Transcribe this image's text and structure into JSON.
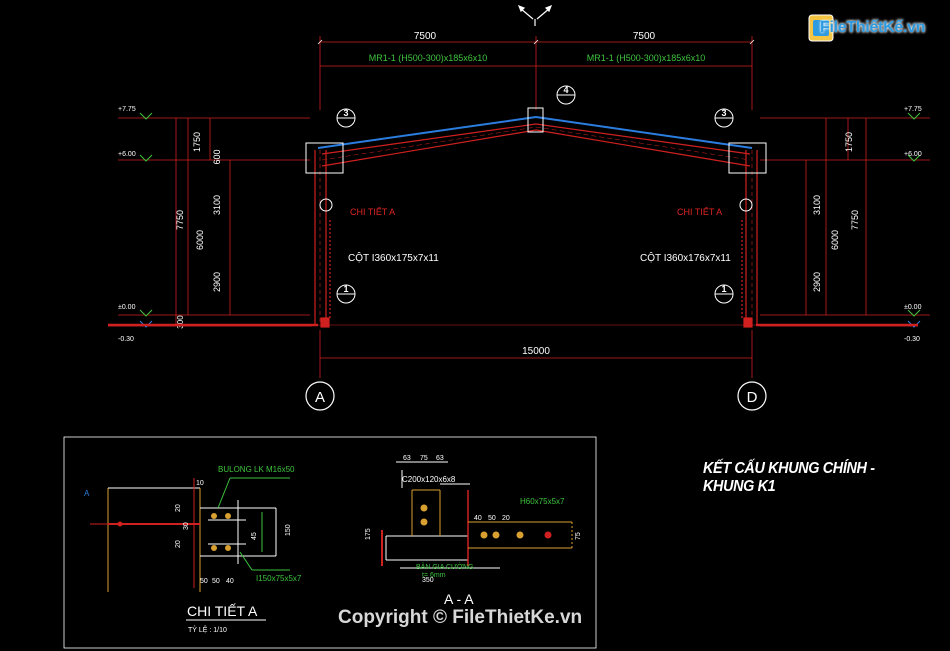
{
  "logo": {
    "text": "FileThiếtKế.vn"
  },
  "copyright": "Copyright © FileThietKe.vn",
  "drawing_title": "KẾT CẤU KHUNG CHÍNH - KHUNG K1",
  "elevation": {
    "span_left": "7500",
    "span_right": "7500",
    "span_total": "15000",
    "rafter_left": "MR1-1 (H500-300)x185x6x10",
    "rafter_right": "MR1-1 (H500-300)x185x6x10",
    "level_top": "+7.75",
    "level_eave": "+6.00",
    "level_zero": "±0.00",
    "level_ground": "-0.30",
    "dim_1750": "1750",
    "dim_600": "600",
    "dim_7750": "7750",
    "dim_3100": "3100",
    "dim_6000": "6000",
    "dim_2900": "2900",
    "dim_300": "300",
    "detail_3": "3",
    "detail_4": "4",
    "detail_1": "1",
    "detail_a_label": "CHI TIẾT A",
    "column_label": "CỘT I360x175x7x11",
    "column_label_right": "CỘT I360x176x7x11",
    "axis_a": "A",
    "axis_d": "D"
  },
  "detail_a": {
    "section_mark": "A",
    "bolt": "BULONG LK M16x50",
    "angle": "I150x75x5x7",
    "dim_10": "10",
    "dim_20": "20",
    "dim_30": "30",
    "dim_45": "45",
    "dim_150": "150",
    "dim_50a": "50",
    "dim_50b": "50",
    "dim_40": "40",
    "title": "CHI TIẾT A",
    "scale": "TỶ LỆ : 1/10"
  },
  "section_aa": {
    "dim_63": "63",
    "dim_75": "75",
    "dim_63b": "63",
    "plate": "C200x120x6x8",
    "angle": "H60x75x5x7",
    "stiffener": "BẢN GIA CƯỜNG",
    "thickness": "t= 6mm",
    "dim_175": "175",
    "dim_350": "350",
    "dim_40": "40",
    "dim_50": "50",
    "dim_20": "20",
    "title": "A - A"
  }
}
